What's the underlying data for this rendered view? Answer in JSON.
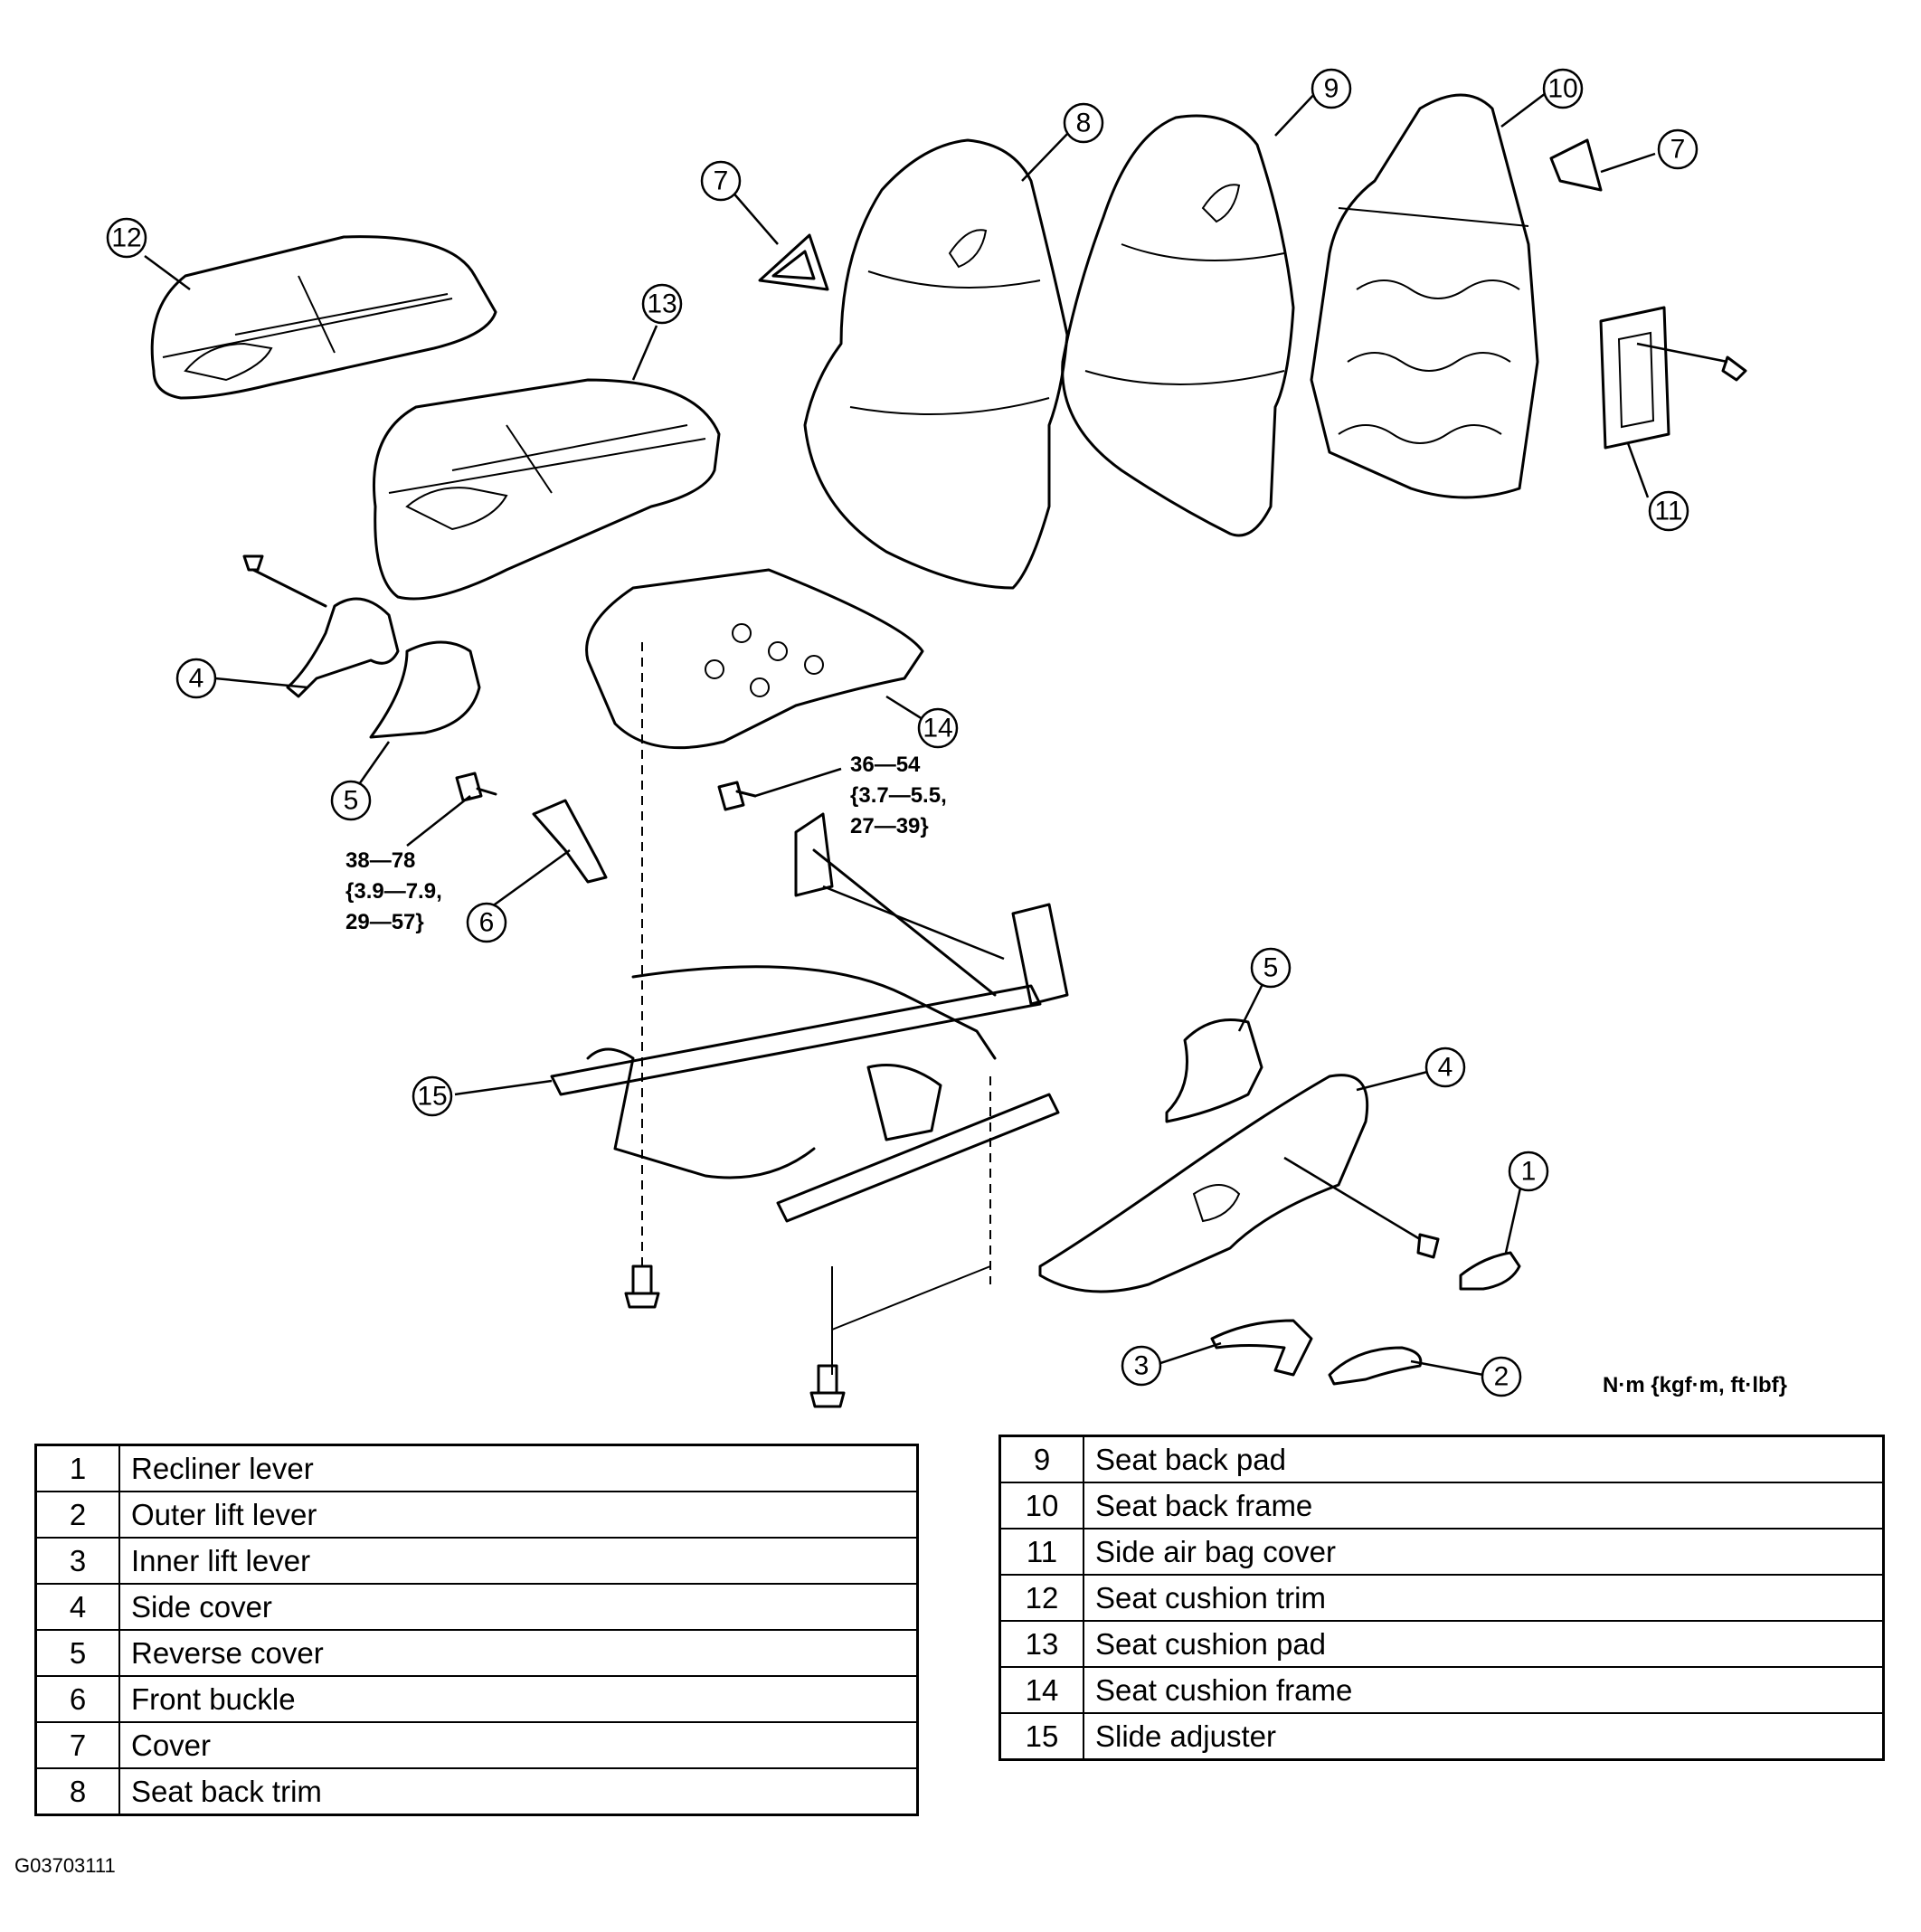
{
  "torque_specs": {
    "upper_bolt": [
      "36—54",
      "{3.7—5.5,",
      "27—39}"
    ],
    "buckle_bolt": [
      "38—78",
      "{3.9—7.9,",
      "29—57}"
    ]
  },
  "units_note": "N·m {kgf·m, ft·lbf}",
  "legend_left": [
    {
      "num": "1",
      "name": "Recliner lever"
    },
    {
      "num": "2",
      "name": "Outer lift lever"
    },
    {
      "num": "3",
      "name": "Inner lift lever"
    },
    {
      "num": "4",
      "name": "Side cover"
    },
    {
      "num": "5",
      "name": "Reverse cover"
    },
    {
      "num": "6",
      "name": "Front buckle"
    },
    {
      "num": "7",
      "name": "Cover"
    },
    {
      "num": "8",
      "name": "Seat back trim"
    }
  ],
  "legend_right": [
    {
      "num": "9",
      "name": "Seat back pad"
    },
    {
      "num": "10",
      "name": "Seat back frame"
    },
    {
      "num": "11",
      "name": "Side air bag cover"
    },
    {
      "num": "12",
      "name": "Seat cushion trim"
    },
    {
      "num": "13",
      "name": "Seat cushion pad"
    },
    {
      "num": "14",
      "name": "Seat cushion frame"
    },
    {
      "num": "15",
      "name": "Slide adjuster"
    }
  ],
  "callouts": {
    "c1": "1",
    "c2": "2",
    "c3": "3",
    "c4a": "4",
    "c4b": "4",
    "c5a": "5",
    "c5b": "5",
    "c6": "6",
    "c7a": "7",
    "c7b": "7",
    "c8": "8",
    "c9": "9",
    "c10": "10",
    "c11": "11",
    "c12": "12",
    "c13": "13",
    "c14": "14",
    "c15": "15"
  },
  "figure_code": "G03703111"
}
